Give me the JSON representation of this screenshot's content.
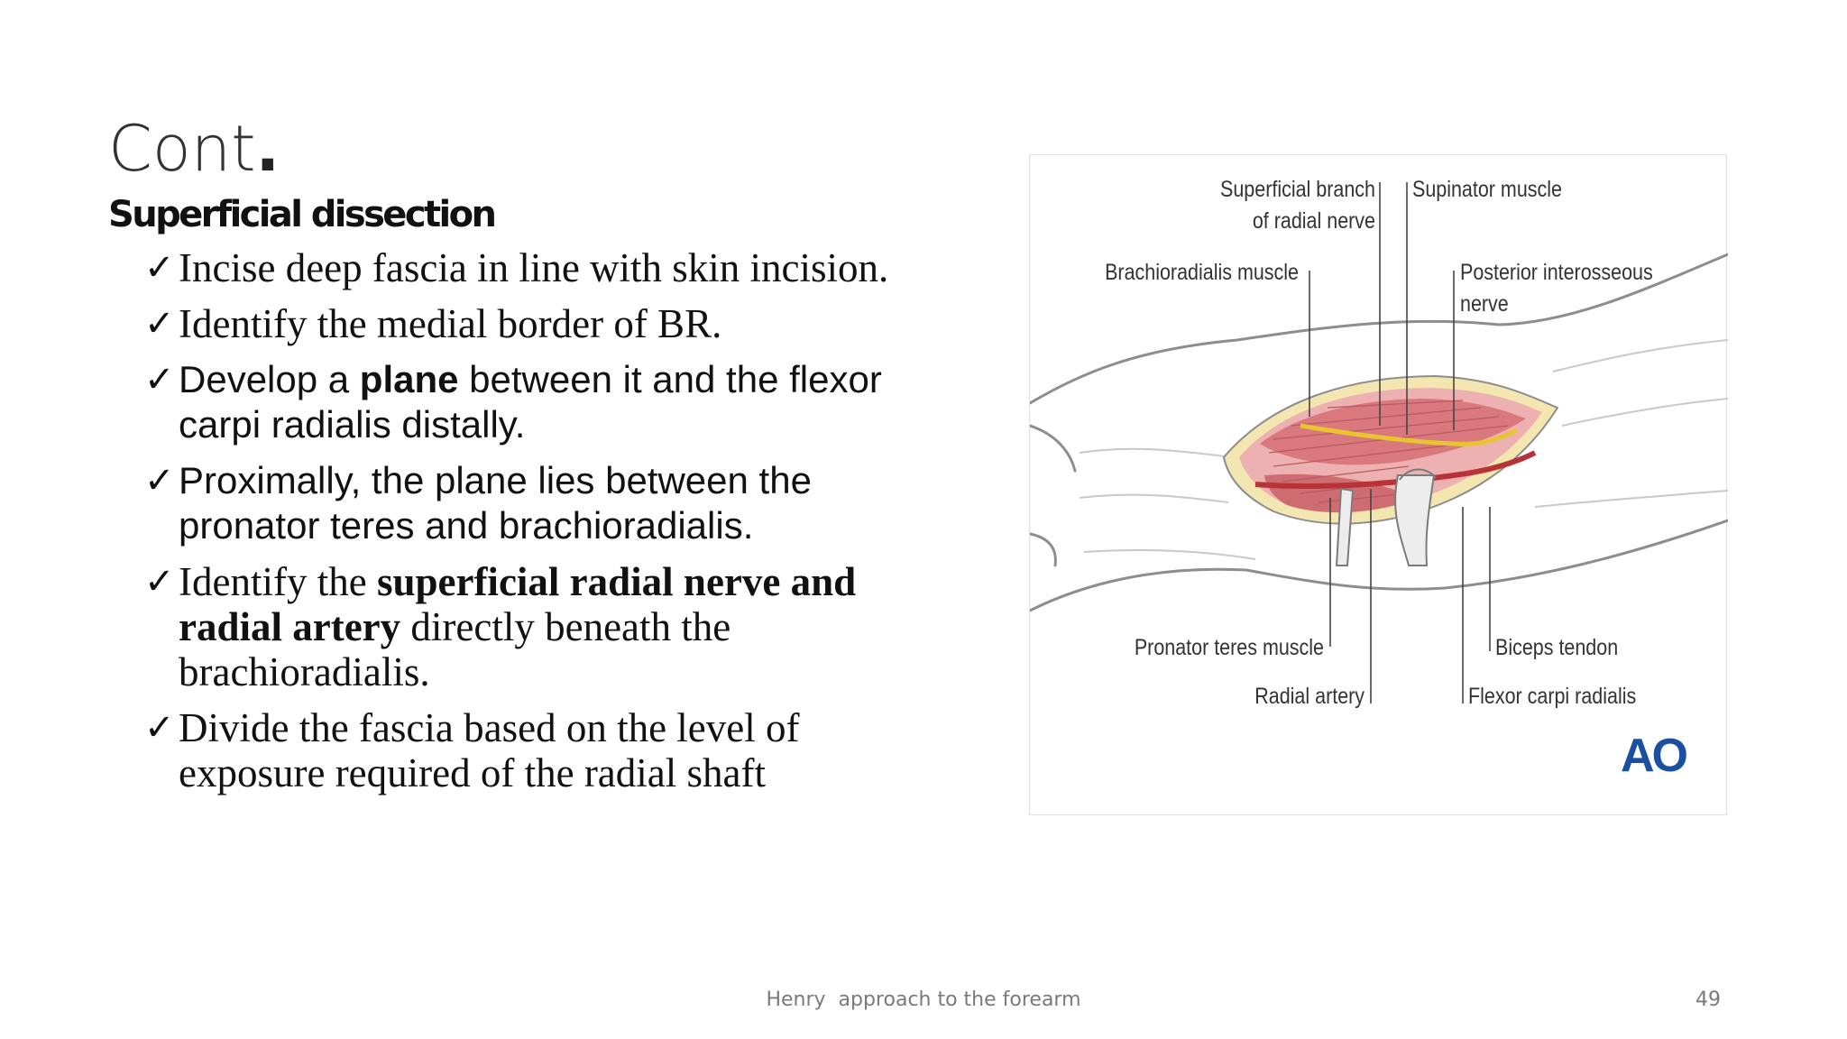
{
  "slide": {
    "title": "Cont",
    "title_punct": ".",
    "subtitle": "Superficial dissection",
    "bullets": [
      {
        "text": "Incise deep fascia in line with skin incision."
      },
      {
        "text": "Identify the medial border of BR."
      },
      {
        "pre": "Develop a ",
        "bold": "plane",
        "post": " between it and the flexor carpi radialis distally."
      },
      {
        "text": "Proximally, the plane lies between the pronator teres and brachioradialis."
      },
      {
        "pre": "Identify the ",
        "bold": "superficial radial nerve and radial artery",
        "post": " directly beneath the brachioradialis."
      },
      {
        "text": "Divide the fascia based on the level of exposure required of the radial shaft"
      }
    ],
    "check_glyph": "✓"
  },
  "figure": {
    "labels": {
      "superficial_branch_1": "Superficial branch",
      "superficial_branch_2": "of radial nerve",
      "supinator": "Supinator muscle",
      "brachioradialis": "Brachioradialis muscle",
      "posterior_interosseous_1": "Posterior interosseous",
      "posterior_interosseous_2": "nerve",
      "pronator_teres": "Pronator teres muscle",
      "biceps_tendon": "Biceps tendon",
      "radial_artery": "Radial artery",
      "flexor_carpi_radialis": "Flexor carpi radialis"
    },
    "logo": "AO",
    "colors": {
      "muscle": "#d9787d",
      "muscle_light": "#eeb1b1",
      "fat": "#f3e6b0",
      "nerve": "#e8c431",
      "artery": "#b73338",
      "outline": "#8d8d8d",
      "logo": "#1b4fa0"
    }
  },
  "footer": {
    "text": "Henry  approach to the forearm",
    "page": "49"
  }
}
